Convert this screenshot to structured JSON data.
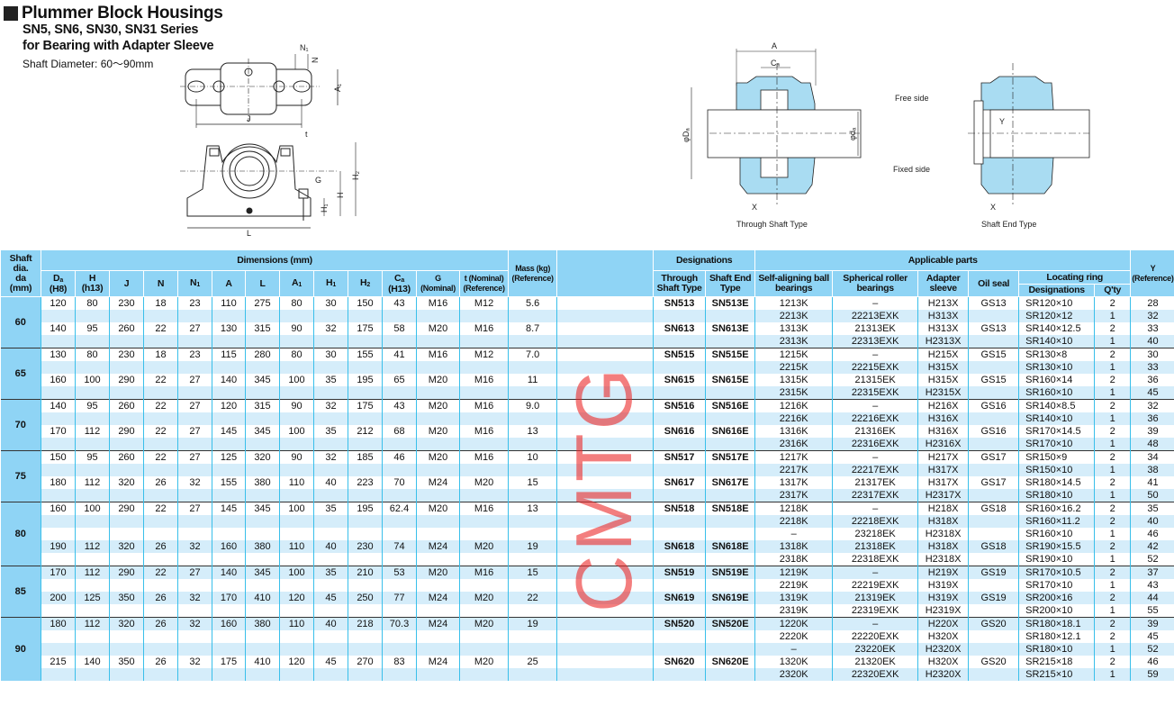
{
  "header": {
    "title": "Plummer Block Housings",
    "subtitle1": "SN5, SN6, SN30, SN31 Series",
    "subtitle2": "for Bearing with Adapter Sleeve",
    "shaft_range": "Shaft Diameter: 60～90mm"
  },
  "diagram_left": {
    "N1": "N₁",
    "N": "N",
    "A1": "A₁",
    "J": "J",
    "t": "t",
    "G": "G",
    "H2": "H₂",
    "H": "H",
    "H1": "H₁",
    "L": "L"
  },
  "diagram_right": {
    "A": "A",
    "Ca": "Cₐ",
    "Da": "φDₐ",
    "da": "φdₐ",
    "X": "X",
    "X2": "X",
    "Y": "Y",
    "free": "Free side",
    "fixed": "Fixed side",
    "through": "Through Shaft Type",
    "shaft_end": "Shaft End Type"
  },
  "watermark": "CMTG",
  "columns": {
    "shaft": [
      "Shaft",
      "dia.",
      "da",
      "(mm)"
    ],
    "dimensions": "Dimensions (mm)",
    "dims": [
      {
        "m": "D",
        "s": "a",
        "b": "(H8)"
      },
      {
        "m": "H",
        "s": "",
        "b": "(h13)"
      },
      {
        "m": "J",
        "s": "",
        "b": ""
      },
      {
        "m": "N",
        "s": "",
        "b": ""
      },
      {
        "m": "N",
        "s": "1",
        "b": ""
      },
      {
        "m": "A",
        "s": "",
        "b": ""
      },
      {
        "m": "L",
        "s": "",
        "b": ""
      },
      {
        "m": "A",
        "s": "1",
        "b": ""
      },
      {
        "m": "H",
        "s": "1",
        "b": ""
      },
      {
        "m": "H",
        "s": "2",
        "b": ""
      },
      {
        "m": "C",
        "s": "a",
        "b": "(H13)"
      },
      {
        "m": "G",
        "s": "",
        "b": "(Nominal)"
      },
      {
        "m": "t (Nominal)",
        "s": "",
        "b": "(Reference)"
      }
    ],
    "mass": [
      "Mass (kg)",
      "(Reference)"
    ],
    "designations": "Designations",
    "through": [
      "Through",
      "Shaft Type"
    ],
    "shaft_end": [
      "Shaft End",
      "Type"
    ],
    "applicable": "Applicable parts",
    "ball": [
      "Self-aligning ball",
      "bearings"
    ],
    "spherical": [
      "Spherical roller",
      "bearings"
    ],
    "sleeve": [
      "Adapter",
      "sleeve"
    ],
    "seal": "Oil seal",
    "ring": "Locating ring",
    "ring_des": "Designations",
    "qty": "Q'ty",
    "y": [
      "Y",
      "(Reference)"
    ]
  },
  "groups": [
    {
      "shaft": "60",
      "housings": [
        {
          "dims": [
            "120",
            "80",
            "230",
            "18",
            "23",
            "110",
            "275",
            "80",
            "30",
            "150",
            "43",
            "M16",
            "M12"
          ],
          "mass": "5.6",
          "through": "SN513",
          "end": "SN513E",
          "seal": "GS13",
          "rows": [
            [
              "1213K",
              "–",
              "H213X",
              "SR120×10",
              "2",
              "28"
            ],
            [
              "2213K",
              "22213EXK",
              "H313X",
              "SR120×12",
              "1",
              "32"
            ]
          ]
        },
        {
          "dims": [
            "140",
            "95",
            "260",
            "22",
            "27",
            "130",
            "315",
            "90",
            "32",
            "175",
            "58",
            "M20",
            "M16"
          ],
          "mass": "8.7",
          "through": "SN613",
          "end": "SN613E",
          "seal": "GS13",
          "rows": [
            [
              "1313K",
              "21313EK",
              "H313X",
              "SR140×12.5",
              "2",
              "33"
            ],
            [
              "2313K",
              "22313EXK",
              "H2313X",
              "SR140×10",
              "1",
              "40"
            ]
          ]
        }
      ]
    },
    {
      "shaft": "65",
      "housings": [
        {
          "dims": [
            "130",
            "80",
            "230",
            "18",
            "23",
            "115",
            "280",
            "80",
            "30",
            "155",
            "41",
            "M16",
            "M12"
          ],
          "mass": "7.0",
          "through": "SN515",
          "end": "SN515E",
          "seal": "GS15",
          "rows": [
            [
              "1215K",
              "–",
              "H215X",
              "SR130×8",
              "2",
              "30"
            ],
            [
              "2215K",
              "22215EXK",
              "H315X",
              "SR130×10",
              "1",
              "33"
            ]
          ]
        },
        {
          "dims": [
            "160",
            "100",
            "290",
            "22",
            "27",
            "140",
            "345",
            "100",
            "35",
            "195",
            "65",
            "M20",
            "M16"
          ],
          "mass": "11",
          "through": "SN615",
          "end": "SN615E",
          "seal": "GS15",
          "rows": [
            [
              "1315K",
              "21315EK",
              "H315X",
              "SR160×14",
              "2",
              "36"
            ],
            [
              "2315K",
              "22315EXK",
              "H2315X",
              "SR160×10",
              "1",
              "45"
            ]
          ]
        }
      ]
    },
    {
      "shaft": "70",
      "housings": [
        {
          "dims": [
            "140",
            "95",
            "260",
            "22",
            "27",
            "120",
            "315",
            "90",
            "32",
            "175",
            "43",
            "M20",
            "M16"
          ],
          "mass": "9.0",
          "through": "SN516",
          "end": "SN516E",
          "seal": "GS16",
          "rows": [
            [
              "1216K",
              "–",
              "H216X",
              "SR140×8.5",
              "2",
              "32"
            ],
            [
              "2216K",
              "22216EXK",
              "H316X",
              "SR140×10",
              "1",
              "36"
            ]
          ]
        },
        {
          "dims": [
            "170",
            "112",
            "290",
            "22",
            "27",
            "145",
            "345",
            "100",
            "35",
            "212",
            "68",
            "M20",
            "M16"
          ],
          "mass": "13",
          "through": "SN616",
          "end": "SN616E",
          "seal": "GS16",
          "rows": [
            [
              "1316K",
              "21316EK",
              "H316X",
              "SR170×14.5",
              "2",
              "39"
            ],
            [
              "2316K",
              "22316EXK",
              "H2316X",
              "SR170×10",
              "1",
              "48"
            ]
          ]
        }
      ]
    },
    {
      "shaft": "75",
      "housings": [
        {
          "dims": [
            "150",
            "95",
            "260",
            "22",
            "27",
            "125",
            "320",
            "90",
            "32",
            "185",
            "46",
            "M20",
            "M16"
          ],
          "mass": "10",
          "through": "SN517",
          "end": "SN517E",
          "seal": "GS17",
          "rows": [
            [
              "1217K",
              "–",
              "H217X",
              "SR150×9",
              "2",
              "34"
            ],
            [
              "2217K",
              "22217EXK",
              "H317X",
              "SR150×10",
              "1",
              "38"
            ]
          ]
        },
        {
          "dims": [
            "180",
            "112",
            "320",
            "26",
            "32",
            "155",
            "380",
            "110",
            "40",
            "223",
            "70",
            "M24",
            "M20"
          ],
          "mass": "15",
          "through": "SN617",
          "end": "SN617E",
          "seal": "GS17",
          "rows": [
            [
              "1317K",
              "21317EK",
              "H317X",
              "SR180×14.5",
              "2",
              "41"
            ],
            [
              "2317K",
              "22317EXK",
              "H2317X",
              "SR180×10",
              "1",
              "50"
            ]
          ]
        }
      ]
    },
    {
      "shaft": "80",
      "housings": [
        {
          "dims": [
            "160",
            "100",
            "290",
            "22",
            "27",
            "145",
            "345",
            "100",
            "35",
            "195",
            "62.4",
            "M20",
            "M16"
          ],
          "mass": "13",
          "through": "SN518",
          "end": "SN518E",
          "seal": "GS18",
          "rows": [
            [
              "1218K",
              "–",
              "H218X",
              "SR160×16.2",
              "2",
              "35"
            ],
            [
              "2218K",
              "22218EXK",
              "H318X",
              "SR160×11.2",
              "2",
              "40"
            ],
            [
              "–",
              "23218EK",
              "H2318X",
              "SR160×10",
              "1",
              "46"
            ]
          ]
        },
        {
          "dims": [
            "190",
            "112",
            "320",
            "26",
            "32",
            "160",
            "380",
            "110",
            "40",
            "230",
            "74",
            "M24",
            "M20"
          ],
          "mass": "19",
          "through": "SN618",
          "end": "SN618E",
          "seal": "GS18",
          "rows": [
            [
              "1318K",
              "21318EK",
              "H318X",
              "SR190×15.5",
              "2",
              "42"
            ],
            [
              "2318K",
              "22318EXK",
              "H2318X",
              "SR190×10",
              "1",
              "52"
            ]
          ]
        }
      ]
    },
    {
      "shaft": "85",
      "housings": [
        {
          "dims": [
            "170",
            "112",
            "290",
            "22",
            "27",
            "140",
            "345",
            "100",
            "35",
            "210",
            "53",
            "M20",
            "M16"
          ],
          "mass": "15",
          "through": "SN519",
          "end": "SN519E",
          "seal": "GS19",
          "rows": [
            [
              "1219K",
              "–",
              "H219X",
              "SR170×10.5",
              "2",
              "37"
            ],
            [
              "2219K",
              "22219EXK",
              "H319X",
              "SR170×10",
              "1",
              "43"
            ]
          ]
        },
        {
          "dims": [
            "200",
            "125",
            "350",
            "26",
            "32",
            "170",
            "410",
            "120",
            "45",
            "250",
            "77",
            "M24",
            "M20"
          ],
          "mass": "22",
          "through": "SN619",
          "end": "SN619E",
          "seal": "GS19",
          "rows": [
            [
              "1319K",
              "21319EK",
              "H319X",
              "SR200×16",
              "2",
              "44"
            ],
            [
              "2319K",
              "22319EXK",
              "H2319X",
              "SR200×10",
              "1",
              "55"
            ]
          ]
        }
      ]
    },
    {
      "shaft": "90",
      "housings": [
        {
          "dims": [
            "180",
            "112",
            "320",
            "26",
            "32",
            "160",
            "380",
            "110",
            "40",
            "218",
            "70.3",
            "M24",
            "M20"
          ],
          "mass": "19",
          "through": "SN520",
          "end": "SN520E",
          "seal": "GS20",
          "rows": [
            [
              "1220K",
              "–",
              "H220X",
              "SR180×18.1",
              "2",
              "39"
            ],
            [
              "2220K",
              "22220EXK",
              "H320X",
              "SR180×12.1",
              "2",
              "45"
            ],
            [
              "–",
              "23220EK",
              "H2320X",
              "SR180×10",
              "1",
              "52"
            ]
          ]
        },
        {
          "dims": [
            "215",
            "140",
            "350",
            "26",
            "32",
            "175",
            "410",
            "120",
            "45",
            "270",
            "83",
            "M24",
            "M20"
          ],
          "mass": "25",
          "through": "SN620",
          "end": "SN620E",
          "seal": "GS20",
          "rows": [
            [
              "1320K",
              "21320EK",
              "H320X",
              "SR215×18",
              "2",
              "46"
            ],
            [
              "2320K",
              "22320EXK",
              "H2320X",
              "SR215×10",
              "1",
              "59"
            ]
          ]
        }
      ]
    }
  ]
}
